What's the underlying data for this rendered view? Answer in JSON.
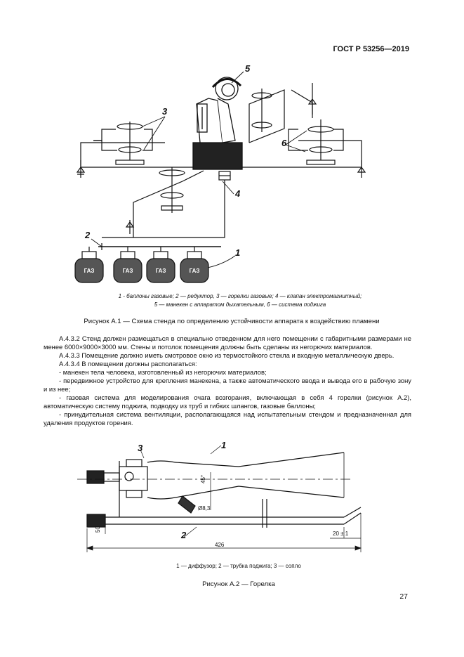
{
  "header": {
    "standard": "ГОСТ Р 53256—2019"
  },
  "figure1": {
    "callouts": [
      "1",
      "2",
      "3",
      "4",
      "5",
      "6"
    ],
    "tank_label": "ГАЗ",
    "legend_line1": "1 - баллоны газовые; 2 — редуктор, 3 — горелки газовые; 4 — клапан электромагнитный;",
    "legend_line2": "5 — манекен с аппаратом дыхательным, 6 — система поджига",
    "caption": "Рисунок А.1 — Схема стенда по определению устойчивости аппарата к воздействию пламени"
  },
  "body": {
    "p1": "А.4.3.2 Стенд должен размещаться в специально отведенном для него помещении с габаритными размерами не менее 6000×9000×3000 мм. Стены и потолок помещения должны быть сделаны из негорючих материалов.",
    "p2": "А.4.3.3 Помещение должно иметь смотровое окно из термостойкого стекла и входную металлическую дверь.",
    "p3": "А.4.3.4 В помещении должны располагаться:",
    "p4": "- манекен тела человека, изготовленный из негорючих материалов;",
    "p5": "- передвижное устройство для крепления манекена, а также автоматического ввода и вывода его в рабочую зону и из нее;",
    "p6": "- газовая система для моделирования очага возгорания, включающая в себя 4 горелки (рисунок А.2), автоматическую систему поджига, подводку из труб и гибких шлангов, газовые баллоны;",
    "p7": "- принудительная система вентиляции, располагающаяся над испытательным стендом и предназначенная для удаления продуктов горения."
  },
  "figure2": {
    "callouts": [
      "1",
      "2",
      "3"
    ],
    "dimensions": [
      "426",
      "20 ± 1",
      "Ø8,3",
      "45°",
      "50"
    ],
    "legend": "1 — диффузор; 2 — трубка поджига; 3 — сопло",
    "caption": "Рисунок А.2 — Горелка"
  },
  "page_number": "27"
}
